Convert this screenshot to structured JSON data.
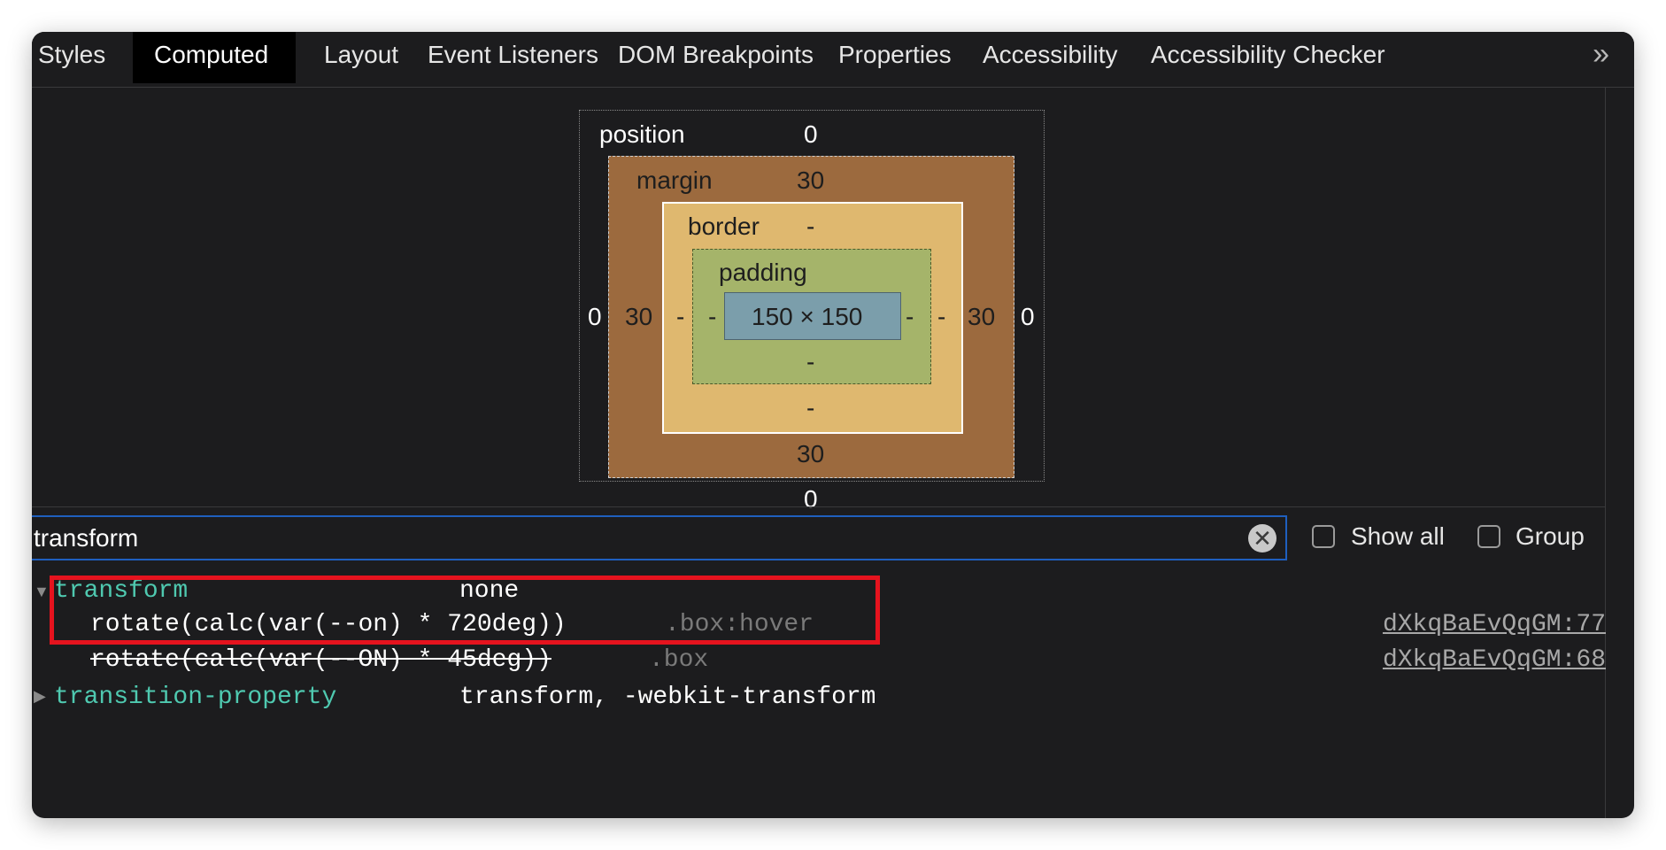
{
  "tabs": [
    {
      "label": "Styles",
      "active": false
    },
    {
      "label": "Computed",
      "active": true
    },
    {
      "label": "Layout",
      "active": false
    },
    {
      "label": "Event Listeners",
      "active": false
    },
    {
      "label": "DOM Breakpoints",
      "active": false
    },
    {
      "label": "Properties",
      "active": false
    },
    {
      "label": "Accessibility",
      "active": false
    },
    {
      "label": "Accessibility Checker",
      "active": false
    }
  ],
  "more_glyph": "»",
  "box_model": {
    "position": {
      "label": "position",
      "top": "0",
      "bottom": "0",
      "left": "0",
      "right": "0"
    },
    "margin": {
      "label": "margin",
      "top": "30",
      "bottom": "30",
      "left": "30",
      "right": "30"
    },
    "border": {
      "label": "border",
      "top": "-",
      "bottom": "-",
      "left": "-",
      "right": "-"
    },
    "padding": {
      "label": "padding",
      "top": "-",
      "bottom": "-",
      "left": "-",
      "right": "-"
    },
    "content": "150 × 150"
  },
  "filter": {
    "value": "transform",
    "clear_glyph": "✕",
    "show_all_label": "Show all",
    "group_label": "Group",
    "show_all_checked": false,
    "group_checked": false
  },
  "properties": [
    {
      "name": "transform",
      "value": "none",
      "expanded": true,
      "declarations": [
        {
          "value": "rotate(calc(var(--on) * 720deg))",
          "selector": ".box:hover",
          "source": "dXkqBaEvQqGM:77",
          "overridden": false
        },
        {
          "value": "rotate(calc(var(--ON) * 45deg))",
          "selector": ".box",
          "source": "dXkqBaEvQqGM:68",
          "overridden": true
        }
      ]
    },
    {
      "name": "transition-property",
      "value": "transform, -webkit-transform",
      "expanded": false
    }
  ],
  "colors": {
    "panel_bg": "#1c1c1e",
    "property_name": "#4fc9b0",
    "highlight_border": "#e5131e",
    "margin_box": "#9c6a3e",
    "border_box": "#dfb86f",
    "padding_box": "#a5b46a",
    "content_box": "#7b9eab"
  }
}
